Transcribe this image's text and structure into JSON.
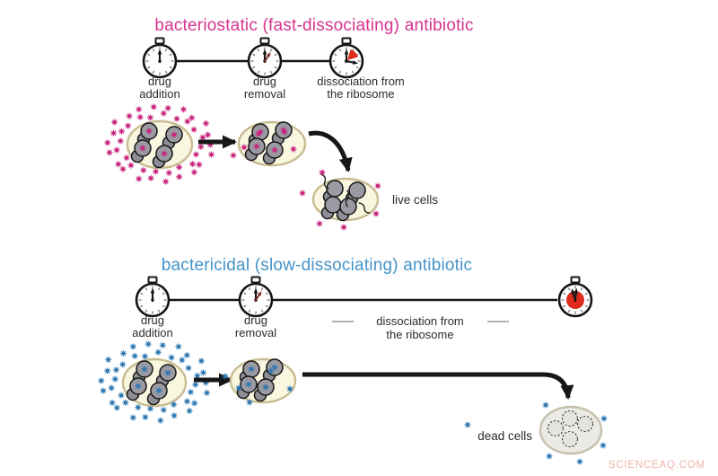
{
  "colors": {
    "top_accent": "#d63390",
    "bottom_accent": "#4494c9",
    "top_drug": "#c9257d",
    "bottom_drug": "#2e78b2",
    "red_clock": "#dd2b1c"
  },
  "top": {
    "title": "bacteriostatic (fast-dissociating) antibiotic",
    "clock_labels": [
      {
        "line1": "drug",
        "line2": "addition"
      },
      {
        "line1": "drug",
        "line2": "removal"
      },
      {
        "line1": "dissociation from",
        "line2": "the ribosome"
      }
    ],
    "result_label": "live cells"
  },
  "bottom": {
    "title": "bactericidal (slow-dissociating) antibiotic",
    "clock_labels": [
      {
        "line1": "drug",
        "line2": "addition"
      },
      {
        "line1": "drug",
        "line2": "removal"
      },
      {
        "line1": "dissociation from",
        "line2": "the ribosome"
      }
    ],
    "result_label": "dead cells"
  },
  "watermark": "SCIENCEAQ.COM"
}
